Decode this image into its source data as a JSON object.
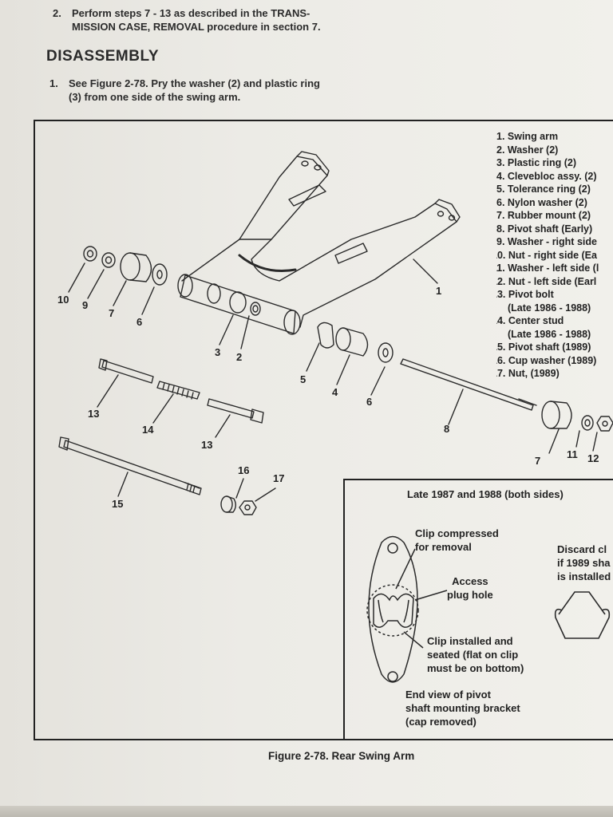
{
  "steps": {
    "pre": {
      "number": "2.",
      "text": "Perform steps 7 - 13 as described in the TRANS-\nMISSION CASE, REMOVAL procedure in section 7."
    },
    "section_heading": "DISASSEMBLY",
    "first": {
      "number": "1.",
      "text": "See Figure 2-78. Pry the washer (2) and plastic ring\n(3) from one side of the swing arm."
    }
  },
  "legend": [
    {
      "text": "1. Swing arm"
    },
    {
      "text": "2. Washer (2)"
    },
    {
      "text": "3. Plastic ring (2)"
    },
    {
      "text": "4. Clevebloc assy. (2)"
    },
    {
      "text": "5. Tolerance ring (2)"
    },
    {
      "text": "6. Nylon washer (2)"
    },
    {
      "text": "7. Rubber mount (2)"
    },
    {
      "text": "8. Pivot shaft (Early)"
    },
    {
      "text": "9. Washer - right side"
    },
    {
      "text": "10. Nut - right side (Ea"
    },
    {
      "text": "11. Washer - left side (l"
    },
    {
      "text": "12. Nut - left side (Earl"
    },
    {
      "text": "13. Pivot bolt"
    },
    {
      "text": "(Late 1986 - 1988)"
    },
    {
      "text": "14. Center stud"
    },
    {
      "text": "(Late 1986 - 1988)"
    },
    {
      "text": "15. Pivot shaft (1989)"
    },
    {
      "text": "16. Cup washer (1989)"
    },
    {
      "text": "17. Nut, (1989)"
    }
  ],
  "callouts": {
    "c1": "1",
    "c2": "2",
    "c3": "3",
    "c4": "4",
    "c5": "5",
    "c6a": "6",
    "c6b": "6",
    "c7a": "7",
    "c7b": "7",
    "c8": "8",
    "c9": "9",
    "c10": "10",
    "c11": "11",
    "c12": "12",
    "c13a": "13",
    "c13b": "13",
    "c14": "14",
    "c15": "15",
    "c16": "16",
    "c17": "17"
  },
  "inset": {
    "title": "Late 1987 and 1988 (both sides)",
    "clip_compressed": "Clip compressed\nfor removal",
    "access_plug": "Access\nplug hole",
    "clip_installed": "Clip installed and\nseated (flat on clip\nmust be on bottom)",
    "end_view": "End view of pivot\nshaft mounting bracket\n(cap removed)",
    "discard": "Discard cl\nif 1989 sha\nis installed"
  },
  "caption": "Figure 2-78. Rear Swing Arm"
}
